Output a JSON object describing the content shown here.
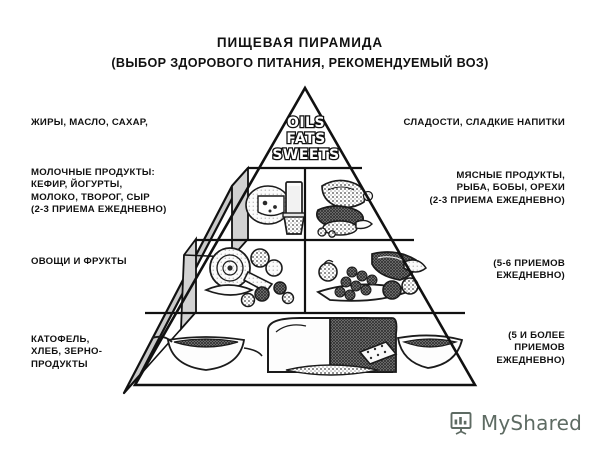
{
  "header": {
    "title": "ПИЩЕВАЯ ПИРАМИДА",
    "subtitle": "(ВЫБОР ЗДОРОВОГО ПИТАНИЯ, РЕКОМЕНДУЕМЫЙ ВОЗ)"
  },
  "pyramid": {
    "apex_label": {
      "line1": "OILS",
      "line2": "FATS",
      "line3": "SWEETS"
    },
    "tiers": [
      {
        "name": "oils-fats-sweets",
        "cells": [
          "oils-fats-sweets-art"
        ]
      },
      {
        "name": "dairy-and-meat",
        "cells": [
          "dairy-art",
          "meat-fish-beans-nuts-art"
        ]
      },
      {
        "name": "vegetables-and-fruits",
        "cells": [
          "vegetables-art",
          "fruits-art"
        ]
      },
      {
        "name": "grains-and-breads",
        "cells": [
          "grains-bread-cereal-art"
        ]
      }
    ]
  },
  "annotations": {
    "left": [
      {
        "id": "fats",
        "text": "ЖИРЫ, МАСЛО, САХАР,"
      },
      {
        "id": "dairy",
        "text": "МОЛОЧНЫЕ ПРОДУКТЫ:\nКЕФИР, ЙОГУРТЫ,\nМОЛОКО, ТВОРОГ, СЫР\n(2-3 ПРИЕМА ЕЖЕДНЕВНО)"
      },
      {
        "id": "veg",
        "text": "ОВОЩИ И ФРУКТЫ"
      },
      {
        "id": "grain",
        "text": "КАТОФЕЛЬ,\nХЛЕБ, ЗЕРНО-\nПРОДУКТЫ"
      }
    ],
    "right": [
      {
        "id": "sweets",
        "text": "СЛАДОСТИ, СЛАДКИЕ НАПИТКИ"
      },
      {
        "id": "meat",
        "text": "МЯСНЫЕ ПРОДУКТЫ,\nРЫБА, БОБЫ, ОРЕХИ\n(2-3 ПРИЕМА ЕЖЕДНЕВНО)"
      },
      {
        "id": "vegfreq",
        "text": "(5-6 ПРИЕМОВ\nЕЖЕДНЕВНО)"
      },
      {
        "id": "grainfreq",
        "text": "(5 И БОЛЕЕ\nПРИЕМОВ\nЕЖЕДНЕВНО)"
      }
    ]
  },
  "watermark": {
    "text": "MyShared",
    "icon": "presentation-chart-icon",
    "color": "#5e6b63"
  },
  "colors": {
    "background": "#ffffff",
    "ink": "#111111",
    "side_face": "#c9c9c9",
    "art_fill": "#9a9a9a"
  }
}
